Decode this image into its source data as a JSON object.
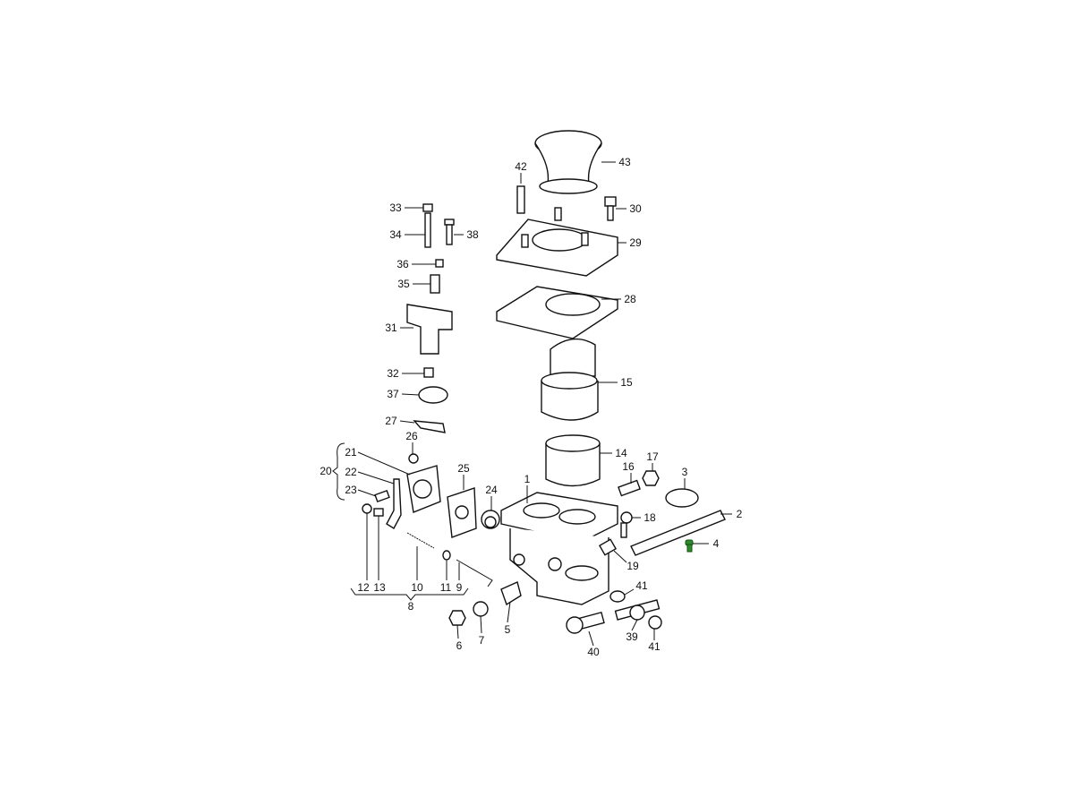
{
  "diagram": {
    "type": "exploded-parts-view",
    "highlight_color": "#2e8b2e",
    "highlighted_part": "4",
    "callouts": [
      "43",
      "42",
      "30",
      "29",
      "28",
      "15",
      "14",
      "17",
      "16",
      "3",
      "2",
      "18",
      "4",
      "19",
      "41",
      "39",
      "41",
      "40",
      "1",
      "24",
      "25",
      "26",
      "27",
      "37",
      "32",
      "31",
      "35",
      "36",
      "34",
      "38",
      "33",
      "21",
      "22",
      "23",
      "20",
      "12",
      "13",
      "10",
      "11",
      "9",
      "8",
      "6",
      "7",
      "5"
    ]
  }
}
